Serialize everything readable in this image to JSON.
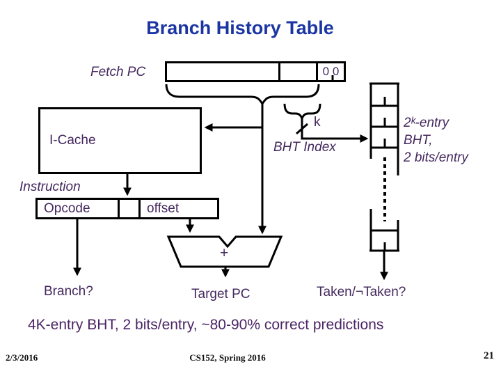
{
  "slide": {
    "title": "Branch History Table",
    "summary": "4K-entry BHT, 2 bits/entry, ~80-90% correct predictions",
    "footer": {
      "date": "2/3/2016",
      "course": "CS152, Spring 2016",
      "page": "21"
    }
  },
  "colors": {
    "title_blue": "#1b35a3",
    "diagram_purple": "#44285e",
    "line_black": "#000000"
  },
  "diagram": {
    "fetch_pc_label": "Fetch PC",
    "pc_low_bits": "0 0",
    "icache_label": "I-Cache",
    "instruction_label": "Instruction",
    "opcode_label": "Opcode",
    "offset_label": "offset",
    "k_label": "k",
    "bht_index_label": "BHT Index",
    "bht_note": {
      "line1": "2ᵏ-entry",
      "line2": "BHT,",
      "line3": "2 bits/entry"
    },
    "adder_label": "+",
    "branch_label": "Branch?",
    "target_pc_label": "Target PC",
    "taken_label": "Taken/¬Taken?"
  }
}
